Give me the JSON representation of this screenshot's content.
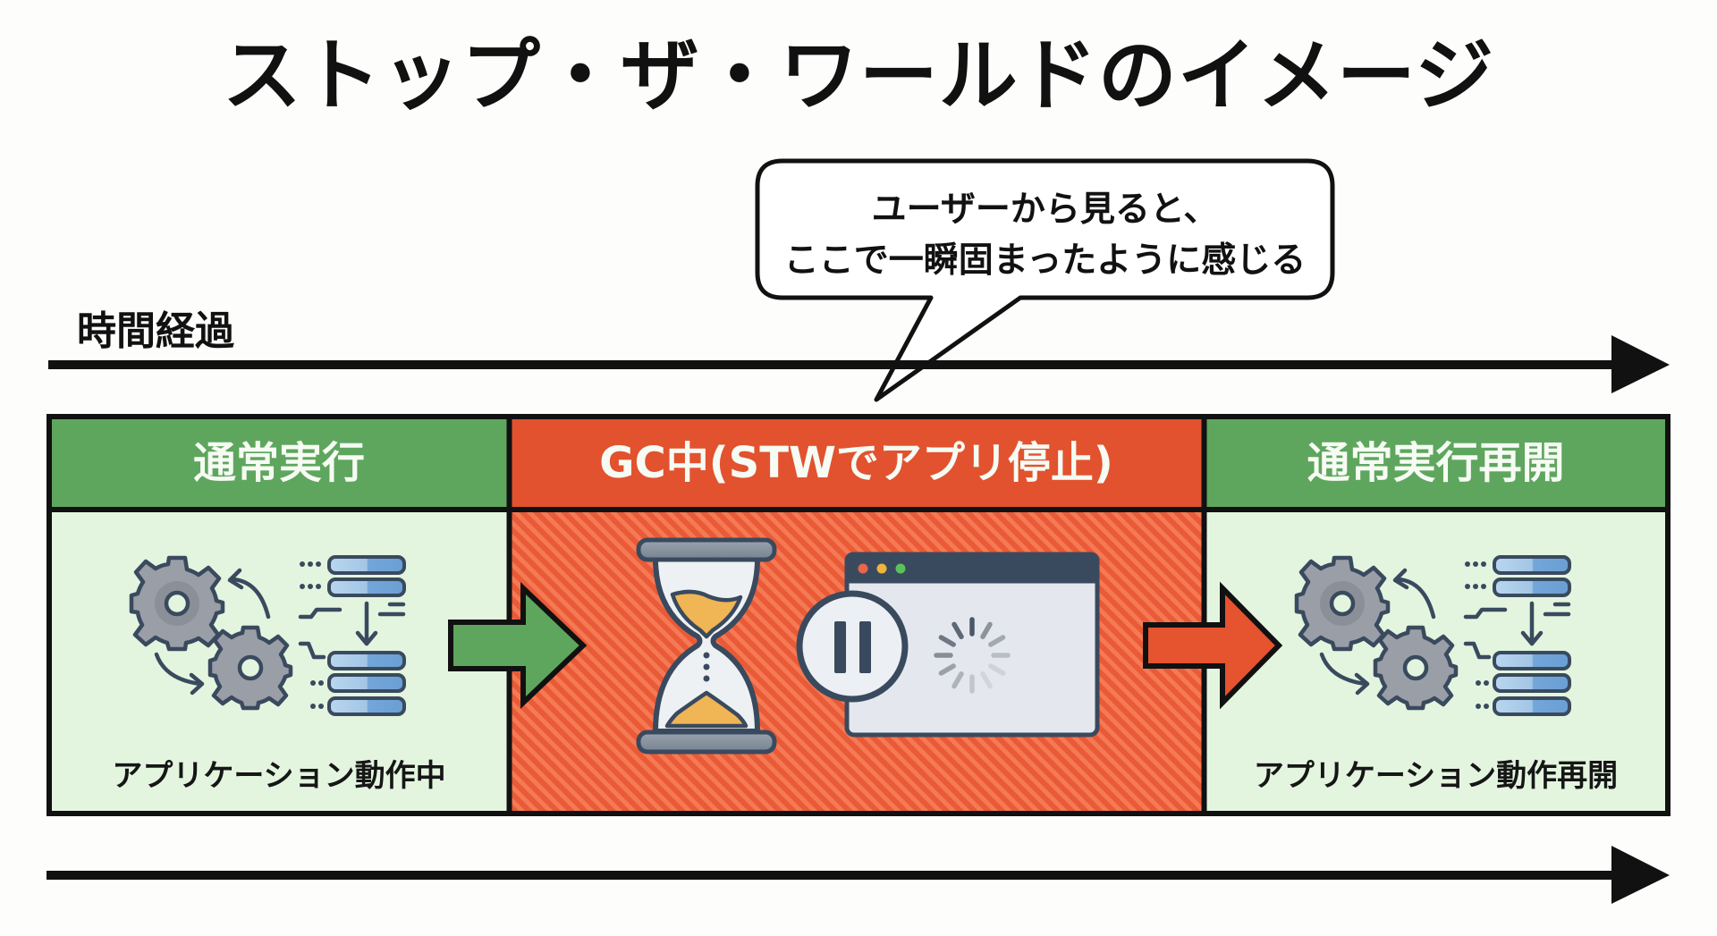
{
  "title": "ストップ・ザ・ワールドのイメージ",
  "timeline": {
    "label": "時間経過"
  },
  "callout": {
    "lines": [
      "ユーザーから見ると、",
      "ここで一瞬固まったように感じる"
    ]
  },
  "phases": [
    {
      "header": "通常実行",
      "caption": "アプリケーション動作中",
      "state": "running",
      "icon": "gears-and-database-icon",
      "header_color": "#5ea65e",
      "body_color": "#e3f5df"
    },
    {
      "header": "GC中(STWでアプリ停止)",
      "caption": "",
      "state": "stopped",
      "icon": "hourglass-and-paused-window-icon",
      "header_color": "#e2522f",
      "body_color": "#ea5c38"
    },
    {
      "header": "通常実行再開",
      "caption": "アプリケーション動作再開",
      "state": "running",
      "icon": "gears-and-database-icon",
      "header_color": "#5ea65e",
      "body_color": "#e3f5df"
    }
  ],
  "transitions": [
    {
      "from": "通常実行",
      "to": "GC中(STWでアプリ停止)",
      "color": "#5ea65e"
    },
    {
      "from": "GC中(STWでアプリ停止)",
      "to": "通常実行再開",
      "color": "#e5532f"
    }
  ],
  "window_dots": [
    "#e8664a",
    "#f0b43c",
    "#5cc15a"
  ]
}
